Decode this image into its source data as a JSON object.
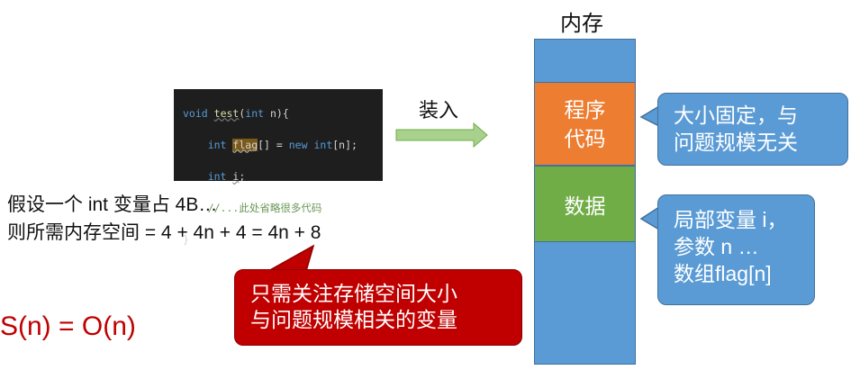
{
  "code": {
    "line1_kw": "void",
    "line1_fn": "test",
    "line1_param_open": "(",
    "line1_param_kw": "int",
    "line1_param_rest": " n){",
    "line2_indent": "    ",
    "line2_kw": "int",
    "line2_sp": " ",
    "line2_var": "flag",
    "line2_mid": "[] = ",
    "line2_new": "new",
    "line2_sp2": " ",
    "line2_kw2": "int",
    "line2_end": "[n];",
    "line3_indent": "    ",
    "line3_kw": "int",
    "line3_sp": " ",
    "line3_var": "i",
    "line3_end": ";",
    "line4_indent": "    ",
    "line4_comment": "//...此处省略很多代码",
    "line5": "}"
  },
  "load_label": "装入",
  "assumption": {
    "line1": "假设一个 int 变量占 4B…",
    "line2": "则所需内存空间 = 4 + 4n + 4 = 4n + 8"
  },
  "complexity": "S(n) = O(n)",
  "red_note": {
    "line1": "只需关注存储空间大小",
    "line2": "与问题规模相关的变量"
  },
  "memory": {
    "title": "内存",
    "code_segment": {
      "line1": "程序",
      "line2": "代码"
    },
    "data_segment": "数据"
  },
  "callouts": {
    "size": {
      "line1": "大小固定，与",
      "line2": "问题规模无关"
    },
    "local": {
      "line1": "局部变量 i，",
      "line2": "参数 n …",
      "line3": "数组flag[n]"
    }
  },
  "colors": {
    "memory_blue": "#5b9bd5",
    "code_orange": "#ed7d31",
    "data_green": "#70ad47",
    "red": "#c00000",
    "arrow_green": "#a9d18e"
  }
}
